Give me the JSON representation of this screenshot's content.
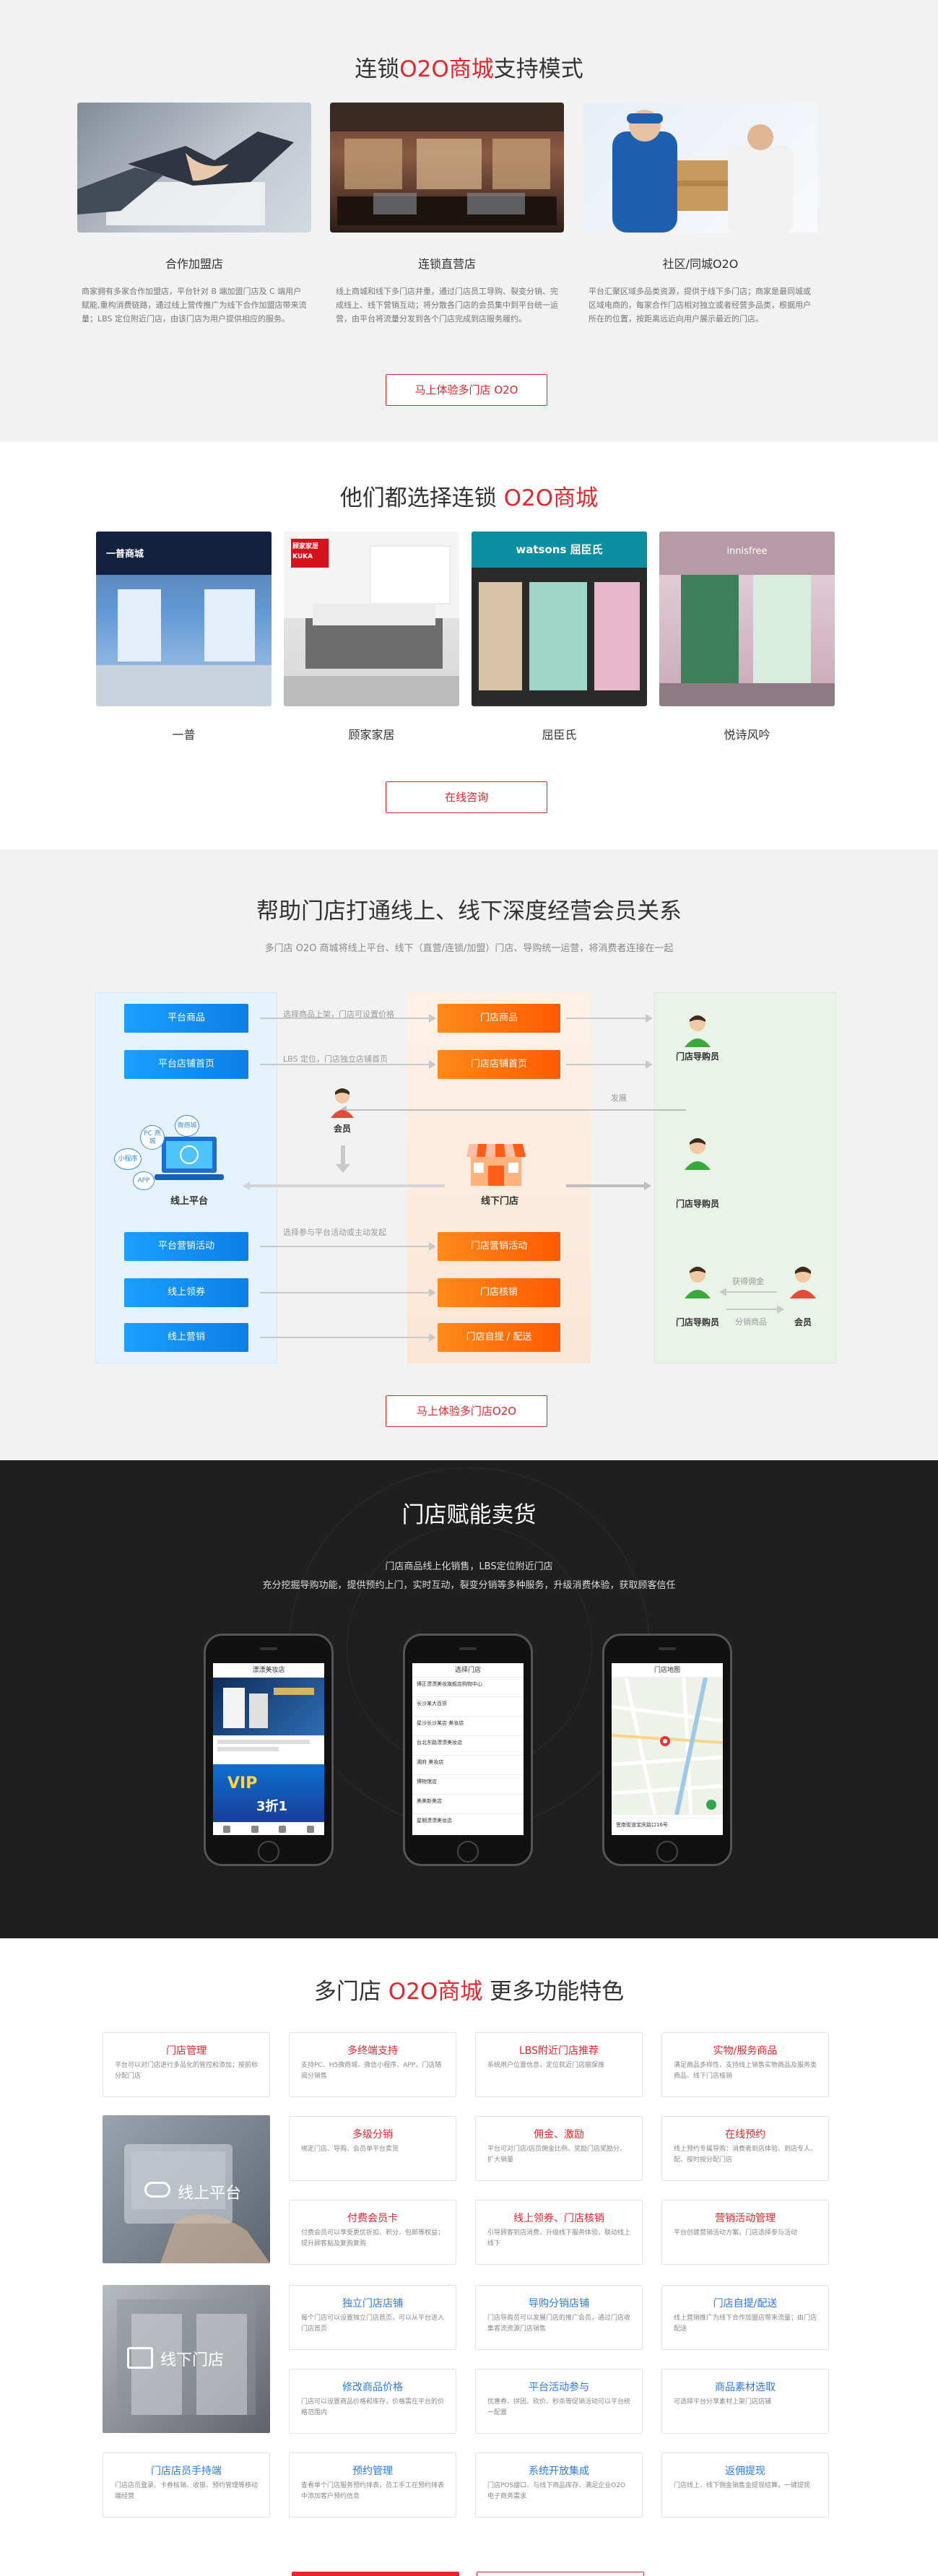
{
  "s1": {
    "title_a": "连锁",
    "title_red": "O2O商城",
    "title_b": "支持模式",
    "cards": [
      {
        "name": "合作加盟店",
        "desc": "商家拥有多家合作加盟店，平台针对 B 端加盟门店及 C 端用户赋能,重构消费链路，通过线上营传推广为线下合作加盟店带来流量；LBS 定位附近门店，由该门店为用户提供相应的服务。"
      },
      {
        "name": "连锁直营店",
        "desc": "线上商城和线下多门店并重，通过门店员工导购、裂变分销、完成线上、线下营销互动；将分散各门店的会员集中到平台统一运营，由平台将流量分发到各个门店完成到店服务履约。"
      },
      {
        "name": "社区/同城O2O",
        "desc": "平台汇聚区域多品类资源，提供于线下多门店；商家是最同城或区域电商的，每家合作门店相对独立或者经营多品类，根据用户所在的位置，按距离远近向用户展示最近的门店。"
      }
    ],
    "button": "马上体验多门店 O2O"
  },
  "s2": {
    "title_a": "他们都选择连锁 ",
    "title_red": "O2O商城",
    "brands": [
      {
        "name": "一普",
        "sign": "一普商城"
      },
      {
        "name": "顾家家居",
        "sign": "顾家家居 KUKA"
      },
      {
        "name": "屈臣氏",
        "sign": "watsons 屈臣氏"
      },
      {
        "name": "悦诗风吟",
        "sign": "innisfree"
      }
    ],
    "button": "在线咨询"
  },
  "s3": {
    "title": "帮助门店打通线上、线下深度经营会员关系",
    "subtitle": "多门店 O2O 商城将线上平台、线下（直营/连锁/加盟）门店、导购统一运营，将消费者连接在一起",
    "left_boxes": [
      "平台商品",
      "平台店铺首页",
      "平台营销活动",
      "线上领券",
      "线上营销"
    ],
    "mid_boxes": [
      "门店商品",
      "门店店铺首页",
      "门店营销活动",
      "门店核销",
      "门店自提 / 配送"
    ],
    "notes": [
      "选择商品上架，门店可设置价格",
      "LBS 定位，门店独立店铺首页",
      "选择参与平台活动或主动发起",
      "发展",
      "获得佣金",
      "分销商品"
    ],
    "online_label": "线上平台",
    "offline_label": "线下门店",
    "member_label": "会员",
    "guide_label": "门店导购员",
    "bubbles": [
      "PC 商城",
      "微商城",
      "小程序",
      "APP"
    ],
    "button": "马上体验多门店O2O"
  },
  "s4": {
    "title": "门店赋能卖货",
    "line1": "门店商品线上化销售，LBS定位附近门店",
    "line2": "充分挖掘导购功能，提供预约上门，实时互动，裂变分销等多种服务，升级消费体验，获取顾客信任",
    "phone1": {
      "header": "漂漂美妆店",
      "banner": "VIP",
      "sale": "3折1"
    },
    "phone2": {
      "header": "选择门店",
      "rows": [
        "博正漂漂美妆旗舰店购物中心",
        "长沙某大百货",
        "星沙长沙某店·美妆店",
        "台北东路漂漂美妆店",
        "湘府 美妆店",
        "博物馆店",
        "美美新美店",
        "星期漂漂美妆店"
      ]
    },
    "phone3": {
      "header": "门店地图",
      "addr": "思南街道宝庆路口16号"
    }
  },
  "s5": {
    "title_a": "多门店 ",
    "title_red": "O2O商城",
    "title_b": " 更多功能特色",
    "online_label": "线上平台",
    "offline_label": "线下门店",
    "features": [
      {
        "t": "门店管理",
        "d": "平台可以对门店进行多品化的管控和添加；按前标分配门店"
      },
      {
        "t": "多终端支持",
        "d": "支持PC、H5微商城、微信小程序、APP，门店随阅分销售"
      },
      {
        "t": "LBS附近门店推荐",
        "d": "系统用户位置信息，定位就近门店据保推"
      },
      {
        "t": "实物/服务商品",
        "d": "满足商品多样性，支持线上销售实物商品及服务类商品、线下门店核销"
      },
      {
        "t": "多级分销",
        "d": "绑定门店、导购、会员单平台卖货"
      },
      {
        "t": "佣金、激励",
        "d": "平台可对门店/店员佣金比例、奖励门店奖励分、扩大销量"
      },
      {
        "t": "在线预约",
        "d": "线上预约专属导购：消费者到店体验、到店专人、配、按时按分配门店"
      },
      {
        "t": "付费会员卡",
        "d": "付费会员可以享受更优折扣、积分、包邮等权益；提升顾客粘及复购复购"
      },
      {
        "t": "线上领券、门店核销",
        "d": "引导顾客到店消费、升级线下服务体验，联动线上线下"
      },
      {
        "t": "营销活动管理",
        "d": "平台创建营销活动方案，门店选择参与活动"
      },
      {
        "t": "独立门店店铺",
        "d": "每个门店可以设置独立门店首页，可以从平台进入门店首页"
      },
      {
        "t": "导购分销店铺",
        "d": "门店导购员可以发展门店的推广会员，通过门店收集客流资源门店销售"
      },
      {
        "t": "门店自提/配送",
        "d": "线上营销推广为线下合作加盟店带来流量；由门店配送"
      },
      {
        "t": "修改商品价格",
        "d": "门店可以设置商品价格和库存，价格需在平台的价格范围内"
      },
      {
        "t": "平台活动参与",
        "d": "优惠券、拼团、砍价、秒杀等促销活动可以平台统一配置"
      },
      {
        "t": "商品素材选取",
        "d": "可选择平台分享素材上架门店店铺"
      },
      {
        "t": "门店店员手持端",
        "d": "门店店员登录、卡券核销、收银、预约管理等移动端经营"
      },
      {
        "t": "预约管理",
        "d": "查看单个门店服务预约排表，员工手工在预约排表中添加客户预约信息"
      },
      {
        "t": "系统开放集成",
        "d": "门店POS接口、与线下商品库存、满足企业O2O电子商务需求"
      },
      {
        "t": "返佣提现",
        "d": "门店线上、线下佣金销售金提现结算，一键提现"
      }
    ]
  }
}
